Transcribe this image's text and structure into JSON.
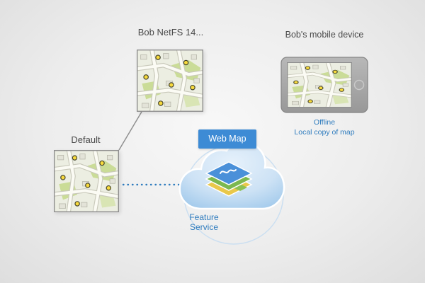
{
  "labels": {
    "netfs": "Bob NetFS 14...",
    "mobile": "Bob's mobile device",
    "default": "Default",
    "web_map": "Web Map",
    "feature_line1": "Feature",
    "feature_line2": "Service",
    "offline_line1": "Offline",
    "offline_line2": "Local copy of map"
  },
  "colors": {
    "accent_blue": "#3d8bd5",
    "text_blue": "#2f7cbe",
    "text_gray": "#4a4a4a",
    "map_point_yellow": "#f8da3c",
    "cloud_blue": "#aed0ee"
  }
}
